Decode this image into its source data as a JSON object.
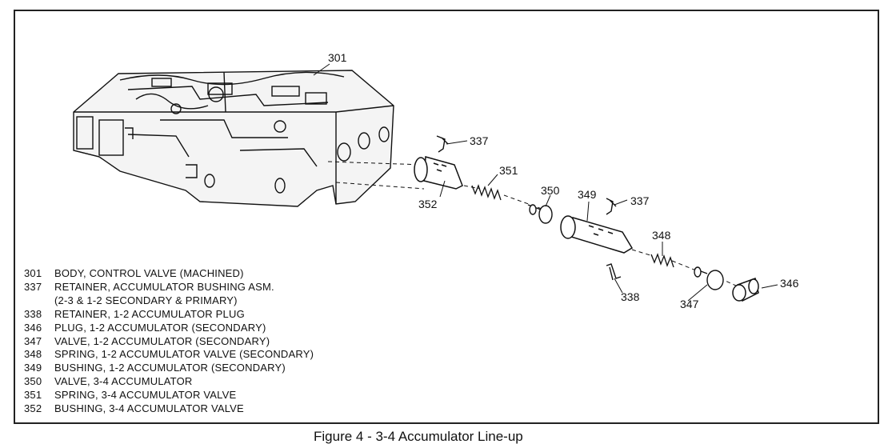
{
  "callouts": {
    "c301": "301",
    "c337a": "337",
    "c351": "351",
    "c352": "352",
    "c350": "350",
    "c349": "349",
    "c337b": "337",
    "c348": "348",
    "c338": "338",
    "c347": "347",
    "c346": "346"
  },
  "legend": [
    {
      "num": "301",
      "text": "BODY, CONTROL VALVE (MACHINED)"
    },
    {
      "num": "337",
      "text": "RETAINER, ACCUMULATOR BUSHING ASM."
    },
    {
      "num": "",
      "text": "(2-3 & 1-2 SECONDARY & PRIMARY)"
    },
    {
      "num": "338",
      "text": "RETAINER, 1-2 ACCUMULATOR PLUG"
    },
    {
      "num": "346",
      "text": "PLUG, 1-2 ACCUMULATOR (SECONDARY)"
    },
    {
      "num": "347",
      "text": "VALVE, 1-2 ACCUMULATOR (SECONDARY)"
    },
    {
      "num": "348",
      "text": "SPRING, 1-2 ACCUMULATOR VALVE (SECONDARY)"
    },
    {
      "num": "349",
      "text": "BUSHING, 1-2 ACCUMULATOR (SECONDARY)"
    },
    {
      "num": "350",
      "text": "VALVE, 3-4 ACCUMULATOR"
    },
    {
      "num": "351",
      "text": "SPRING, 3-4 ACCUMULATOR VALVE"
    },
    {
      "num": "352",
      "text": "BUSHING, 3-4 ACCUMULATOR VALVE"
    }
  ],
  "caption": "Figure 4 - 3-4 Accumulator Line-up"
}
